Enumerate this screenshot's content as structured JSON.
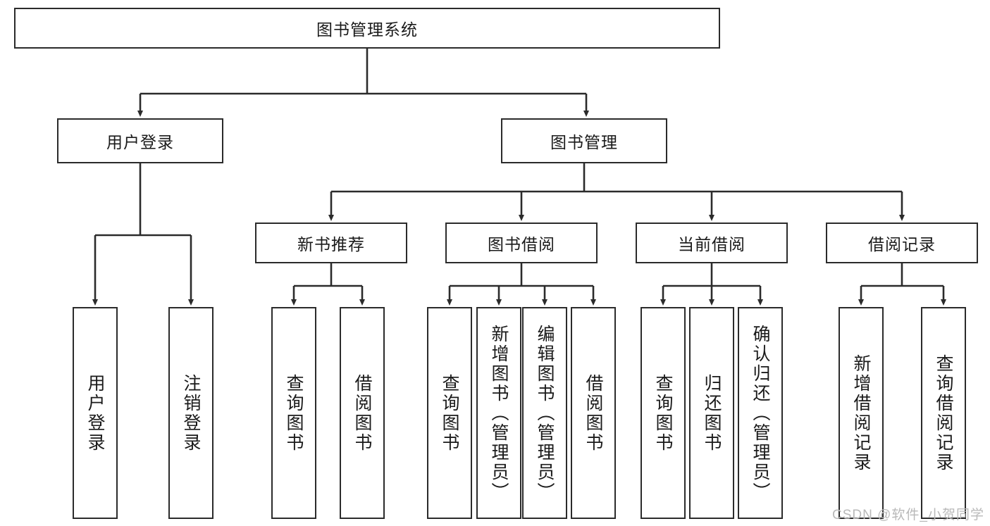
{
  "diagram": {
    "title": "图书管理系统",
    "type": "hierarchy-tree",
    "stroke_color": "#2b2b2b",
    "fill_color": "#ffffff",
    "text_color": "#1a1a1a"
  },
  "watermark": {
    "text": "CSDN @软件_小贺同学",
    "color": "#b9b9b9"
  },
  "nodes": {
    "root": {
      "label": "图书管理系统"
    },
    "level2": [
      {
        "label": "用户登录"
      },
      {
        "label": "图书管理"
      }
    ],
    "level3": [
      {
        "label": "新书推荐"
      },
      {
        "label": "图书借阅"
      },
      {
        "label": "当前借阅"
      },
      {
        "label": "借阅记录"
      }
    ],
    "leaves": {
      "user_login": [
        {
          "label": "用户登录"
        },
        {
          "label": "注销登录"
        }
      ],
      "new_book_recommend": [
        {
          "label": "查询图书"
        },
        {
          "label": "借阅图书"
        }
      ],
      "book_borrow": [
        {
          "label": "查询图书"
        },
        {
          "label": "新增图书（管理员）"
        },
        {
          "label": "编辑图书（管理员）"
        },
        {
          "label": "借阅图书"
        }
      ],
      "current_borrow": [
        {
          "label": "查询图书"
        },
        {
          "label": "归还图书"
        },
        {
          "label": "确认归还（管理员）"
        }
      ],
      "borrow_record": [
        {
          "label": "新增借阅记录"
        },
        {
          "label": "查询借阅记录"
        }
      ]
    }
  },
  "chart_data": {
    "type": "table",
    "title": "图书管理系统",
    "structure": [
      {
        "level": 1,
        "name": "图书管理系统",
        "children": [
          {
            "level": 2,
            "name": "用户登录",
            "children": [
              {
                "level": 3,
                "name": "用户登录"
              },
              {
                "level": 3,
                "name": "注销登录"
              }
            ]
          },
          {
            "level": 2,
            "name": "图书管理",
            "children": [
              {
                "level": 3,
                "name": "新书推荐",
                "children": [
                  {
                    "level": 4,
                    "name": "查询图书"
                  },
                  {
                    "level": 4,
                    "name": "借阅图书"
                  }
                ]
              },
              {
                "level": 3,
                "name": "图书借阅",
                "children": [
                  {
                    "level": 4,
                    "name": "查询图书"
                  },
                  {
                    "level": 4,
                    "name": "新增图书（管理员）"
                  },
                  {
                    "level": 4,
                    "name": "编辑图书（管理员）"
                  },
                  {
                    "level": 4,
                    "name": "借阅图书"
                  }
                ]
              },
              {
                "level": 3,
                "name": "当前借阅",
                "children": [
                  {
                    "level": 4,
                    "name": "查询图书"
                  },
                  {
                    "level": 4,
                    "name": "归还图书"
                  },
                  {
                    "level": 4,
                    "name": "确认归还（管理员）"
                  }
                ]
              },
              {
                "level": 3,
                "name": "借阅记录",
                "children": [
                  {
                    "level": 4,
                    "name": "新增借阅记录"
                  },
                  {
                    "level": 4,
                    "name": "查询借阅记录"
                  }
                ]
              }
            ]
          }
        ]
      }
    ]
  }
}
